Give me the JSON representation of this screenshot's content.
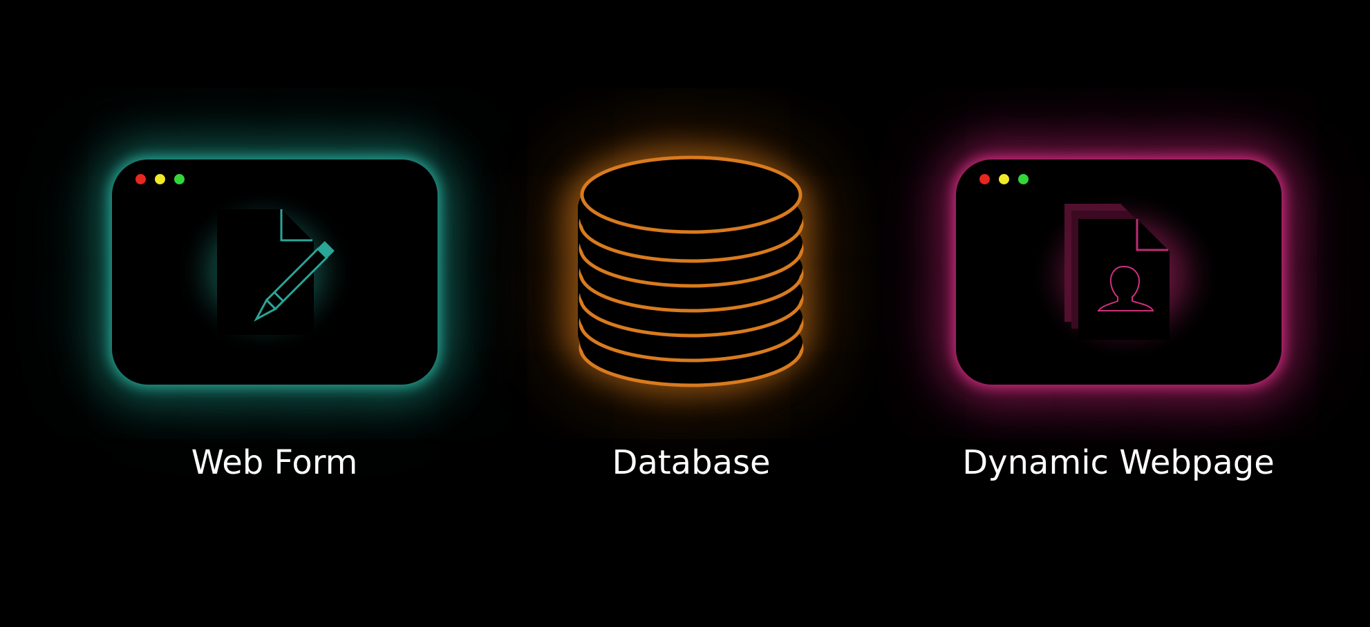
{
  "nodes": [
    {
      "id": "web-form",
      "label": "Web Form",
      "icon": "edit-document-icon",
      "color": "#2aa597"
    },
    {
      "id": "database",
      "label": "Database",
      "icon": "database-icon",
      "color": "#d97b1e"
    },
    {
      "id": "dynamic-webpage",
      "label": "Dynamic Webpage",
      "icon": "user-documents-icon",
      "color": "#d0307f"
    }
  ],
  "window_controls": {
    "close_color": "#e8271f",
    "minimize_color": "#f0ea2a",
    "maximize_color": "#34d63a"
  }
}
